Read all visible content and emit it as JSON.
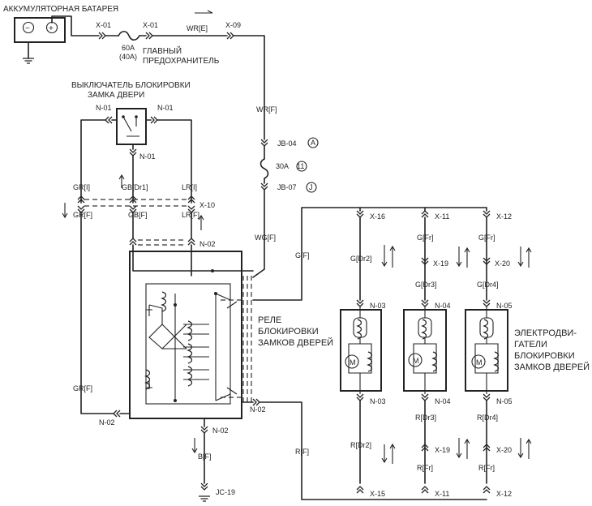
{
  "labels": {
    "battery": "АККУМУЛЯТОРНАЯ БАТАРЕЯ",
    "main_fuse_1": "ГЛАВНЫЙ",
    "main_fuse_2": "ПРЕДОХРАНИТЕЛЬ",
    "fuse_rating_1": "60A",
    "fuse_rating_2": "(40A)",
    "door_switch_1": "ВЫКЛЮЧАТЕЛЬ БЛОКИРОВКИ",
    "door_switch_2": "ЗАМКА ДВЕРИ",
    "relay_1": "РЕЛЕ",
    "relay_2": "БЛОКИРОВКИ",
    "relay_3": "ЗАМКОВ ДВЕРЕЙ",
    "motors_1": "ЭЛЕКТРОДВИ-",
    "motors_2": "ГАТЕЛИ",
    "motors_3": "БЛОКИРОВКИ",
    "motors_4": "ЗАМКОВ ДВЕРЕЙ"
  },
  "connectors": {
    "x01a": "X-01",
    "x01b": "X-01",
    "x09": "X-09",
    "n01a": "N-01",
    "n01b": "N-01",
    "n01c": "N-01",
    "x10": "X-10",
    "n02a": "N-02",
    "n02b": "N-02",
    "n02c": "N-02",
    "n02d": "N-02",
    "x16": "X-16",
    "x11a": "X-11",
    "x12a": "X-12",
    "x19a": "X-19",
    "x20a": "X-20",
    "n03a": "N-03",
    "n04a": "N-04",
    "n05a": "N-05",
    "n03b": "N-03",
    "n04b": "N-04",
    "n05b": "N-05",
    "x19b": "X-19",
    "x20b": "X-20",
    "x15": "X-15",
    "x11b": "X-11",
    "x12b": "X-12",
    "jc19": "JC-19",
    "jb04": "JB-04",
    "jb07": "JB-07",
    "fuse30": "30A"
  },
  "circled": {
    "a": "A",
    "eleven": "11",
    "j": "J"
  },
  "wires": {
    "wr_e": "WR[E]",
    "wr_f": "WR[F]",
    "wg_f": "WG[F]",
    "gr_i": "GR[I]",
    "gb_dr1": "GB[Dr1]",
    "lr_i": "LR[I]",
    "gr_f1": "GR[F]",
    "gb_f": "GB[F]",
    "lr_f": "LR[F]",
    "gr_f2": "GR[F]",
    "g_f": "G[F]",
    "g_dr2": "G[Dr2]",
    "g_fr1": "G[Fr]",
    "g_dr3": "G[Dr3]",
    "g_fr2": "G[Fr]",
    "g_dr4": "G[Dr4]",
    "r_f": "R[F]",
    "r_dr2": "R[Dr2]",
    "r_dr3": "R[Dr3]",
    "r_dr4": "R[Dr4]",
    "r_fr1": "R[Fr]",
    "r_fr2": "R[Fr]",
    "b_f": "B[F]"
  },
  "motor_symbol": "M",
  "battery_signs": {
    "minus": "−",
    "plus": "+"
  }
}
